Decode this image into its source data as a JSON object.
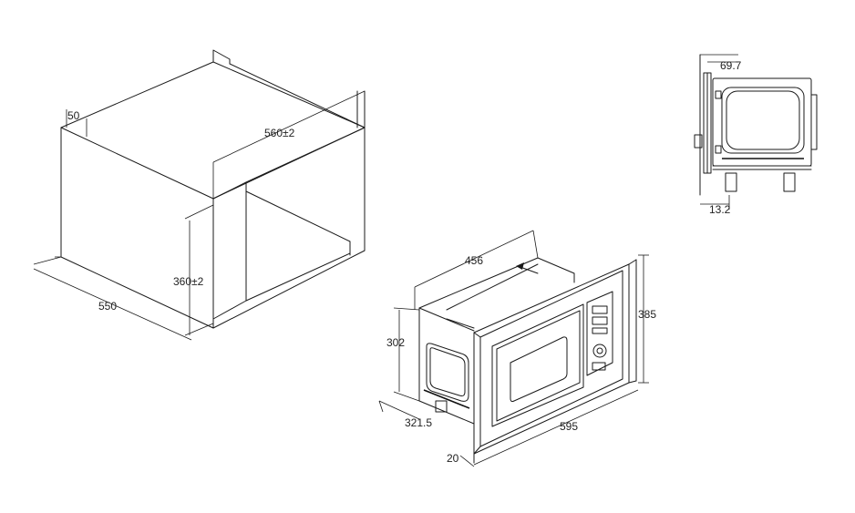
{
  "dimensions": {
    "cabinet_top_offset": "50",
    "cabinet_depth": "560±2",
    "cabinet_height": "360±2",
    "cabinet_width": "550",
    "oven_depth": "456",
    "oven_height": "302",
    "frame_height": "385",
    "frame_width": "595",
    "oven_base_depth": "321.5",
    "frame_thickness": "20",
    "side_offset_top": "69.7",
    "side_offset_bottom": "13.2"
  }
}
